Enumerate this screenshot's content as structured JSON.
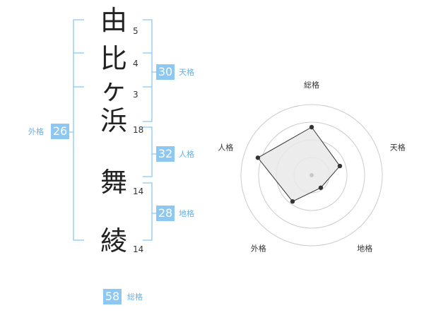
{
  "name_chars": [
    {
      "char": "由",
      "strokes": "5"
    },
    {
      "char": "比",
      "strokes": "4"
    },
    {
      "char": "ヶ",
      "strokes": "3"
    },
    {
      "char": "浜",
      "strokes": "18"
    },
    {
      "char": "舞",
      "strokes": "14"
    },
    {
      "char": "綾",
      "strokes": "14"
    }
  ],
  "fortunes": {
    "tenkaku": {
      "label": "天格",
      "value": "30"
    },
    "jinkaku": {
      "label": "人格",
      "value": "32"
    },
    "chikaku": {
      "label": "地格",
      "value": "28"
    },
    "gaikaku": {
      "label": "外格",
      "value": "26"
    },
    "soukaku": {
      "label": "総格",
      "value": "58"
    }
  },
  "radar": {
    "axes": [
      "総格",
      "天格",
      "地格",
      "外格",
      "人格"
    ],
    "levels": 4,
    "values": [
      3.4,
      2.1,
      1.1,
      2.3,
      4.0
    ],
    "max": 5,
    "line_color": "#333333",
    "fill_color": "#e9e9e9",
    "grid_color": "#cccccc",
    "accent": "#8cc8f2"
  }
}
